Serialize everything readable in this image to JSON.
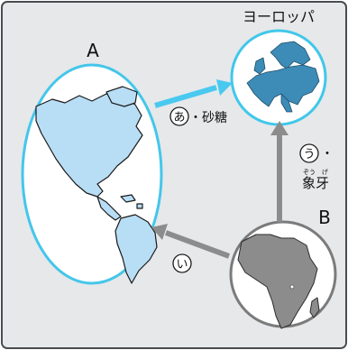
{
  "colors": {
    "background": "#e6e8ea",
    "frame": "#4a4d4f",
    "america_fill": "#b8def6",
    "america_stroke": "#1a1a1a",
    "oval_stroke": "#45c6ea",
    "europe_fill": "#3d8bb7",
    "europe_circle_stroke": "#41c7ea",
    "africa_fill": "#8c8c8c",
    "africa_circle_stroke": "#7b7b7b",
    "arrow_sugar": "#4ac9f0",
    "arrow_gray": "#8c8c8c"
  },
  "labels": {
    "europe": "ヨーロッパ",
    "region_a": "A",
    "region_b": "B",
    "route_a": "あ",
    "route_a_goods": "・砂糖",
    "route_i": "い",
    "route_u": "う",
    "route_u_dot": "・",
    "route_u_ruby": "ぞう　げ",
    "route_u_goods": "象牙"
  },
  "icons": [
    "americas-map-icon",
    "europe-map-icon",
    "africa-map-icon"
  ]
}
